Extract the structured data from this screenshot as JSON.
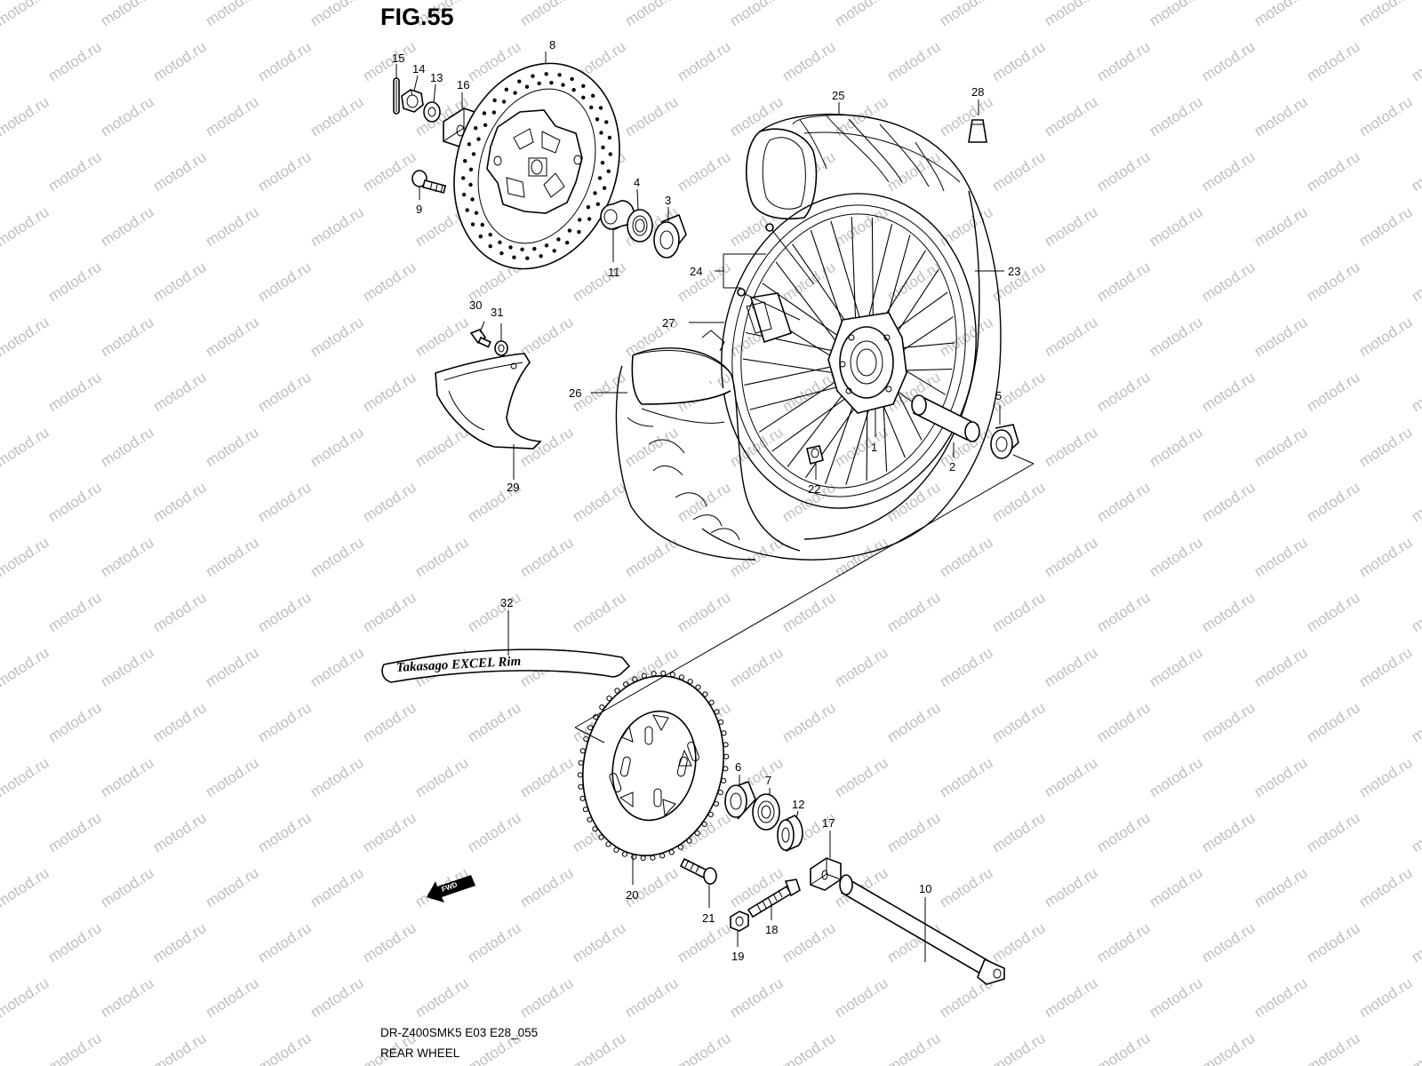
{
  "figure": {
    "title": "FIG.55",
    "code": "DR-Z400SMK5 E03 E28_055",
    "name": "REAR WHEEL"
  },
  "watermark": {
    "text": "motod.ru"
  },
  "direction_tag": "FWD",
  "rim_decal": {
    "text": "Takasago EXCEL Rim"
  },
  "callouts": [
    {
      "num": "1",
      "part": "hub"
    },
    {
      "num": "2",
      "part": "spacer"
    },
    {
      "num": "3",
      "part": "bearing"
    },
    {
      "num": "4",
      "part": "oil-seal"
    },
    {
      "num": "5",
      "part": "bearing"
    },
    {
      "num": "6",
      "part": "bearing"
    },
    {
      "num": "7",
      "part": "oil-seal"
    },
    {
      "num": "8",
      "part": "brake-disc"
    },
    {
      "num": "9",
      "part": "disc-bolt"
    },
    {
      "num": "10",
      "part": "axle"
    },
    {
      "num": "11",
      "part": "spacer"
    },
    {
      "num": "12",
      "part": "spacer"
    },
    {
      "num": "13",
      "part": "washer"
    },
    {
      "num": "14",
      "part": "axle-nut"
    },
    {
      "num": "15",
      "part": "cotter-pin"
    },
    {
      "num": "16",
      "part": "chain-adjuster"
    },
    {
      "num": "17",
      "part": "chain-adjuster"
    },
    {
      "num": "18",
      "part": "adjuster-bolt"
    },
    {
      "num": "19",
      "part": "nut"
    },
    {
      "num": "20",
      "part": "sprocket"
    },
    {
      "num": "21",
      "part": "sprocket-bolt"
    },
    {
      "num": "22",
      "part": "spoke-nipple"
    },
    {
      "num": "23",
      "part": "rim"
    },
    {
      "num": "24",
      "part": "spoke-set"
    },
    {
      "num": "25",
      "part": "tire"
    },
    {
      "num": "26",
      "part": "tube"
    },
    {
      "num": "27",
      "part": "rim-band"
    },
    {
      "num": "28",
      "part": "valve-cap"
    },
    {
      "num": "29",
      "part": "disc-cover"
    },
    {
      "num": "30",
      "part": "bolt"
    },
    {
      "num": "31",
      "part": "washer"
    },
    {
      "num": "32",
      "part": "rim-decal"
    }
  ]
}
